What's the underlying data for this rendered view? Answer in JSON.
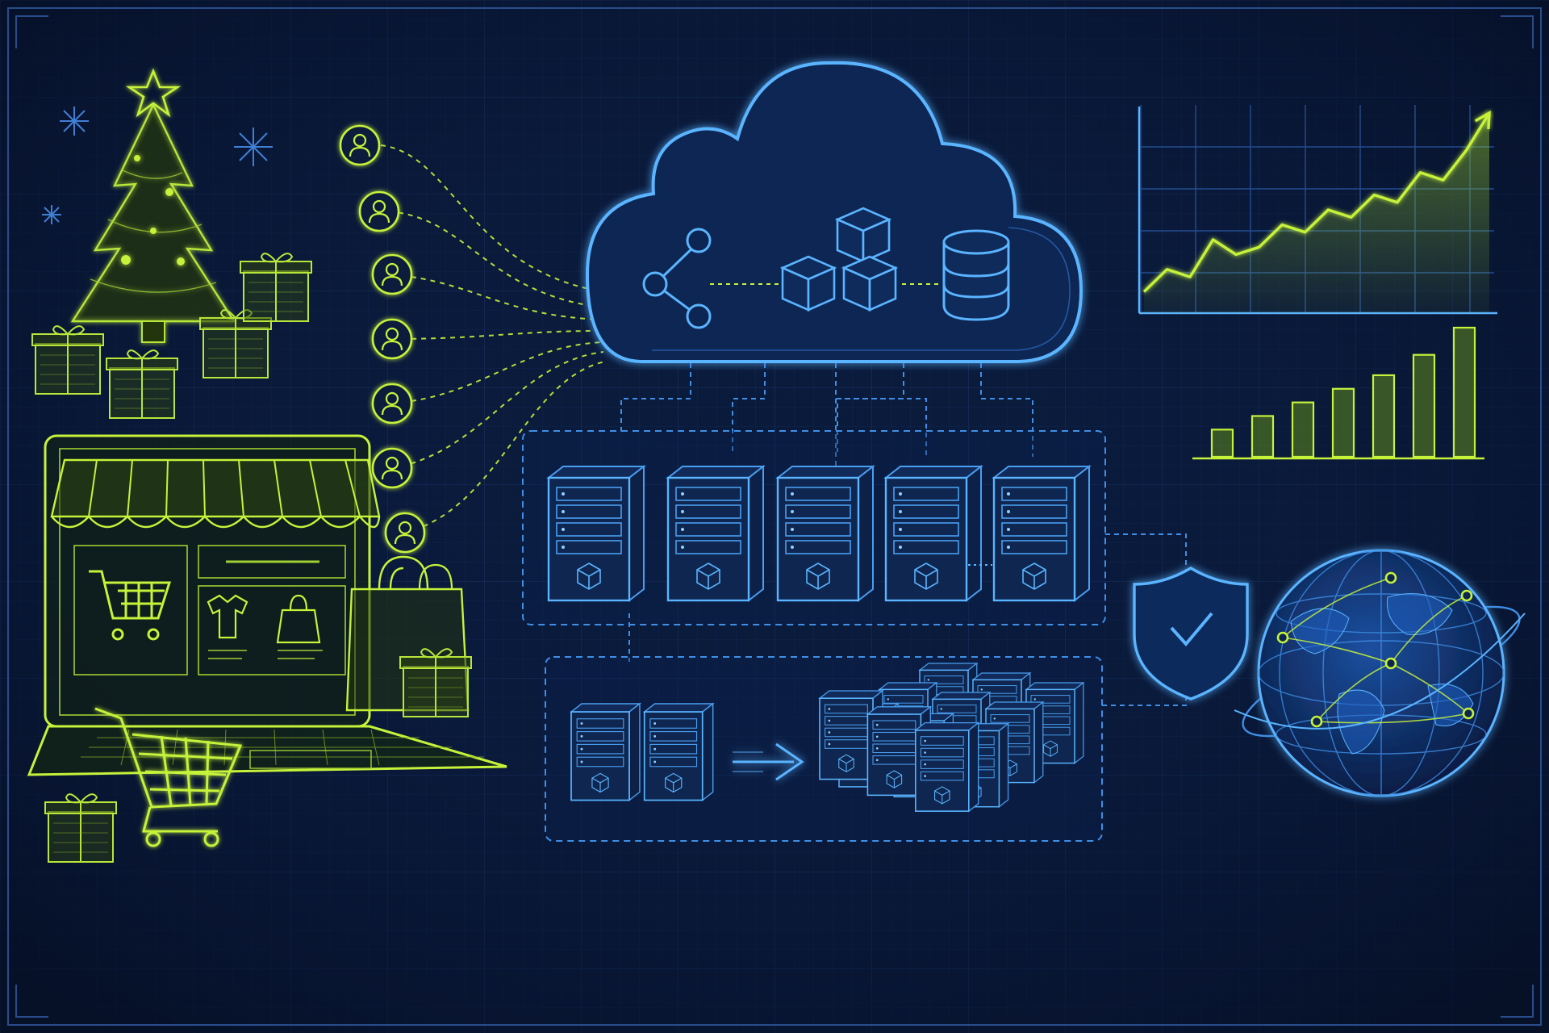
{
  "colors": {
    "background": "#0a1a3a",
    "background_edge": "#06112a",
    "grid": "#1a3466",
    "frame": "#2a4c8c",
    "blue_line": "#3f8fe6",
    "blue_glow": "#5ab4ff",
    "lime": "#c6f23a",
    "lime_dim": "#8fbf2a"
  },
  "scene": {
    "left": {
      "decor": [
        "christmas-tree-icon",
        "snowflake-icon",
        "gift-box-icon",
        "shopping-bag-icon",
        "shopping-cart-icon",
        "laptop-storefront-icon"
      ],
      "user_icon": "user-avatar-icon"
    },
    "cloud": {
      "icons": [
        "share-nodes-icon",
        "stacked-cubes-icon",
        "database-icon"
      ]
    },
    "server_cluster": {
      "server_icon": "server-rack-icon"
    },
    "autoscale": {
      "from_icon": "server-rack-icon",
      "arrow_icon": "arrow-right-icon",
      "to_icon": "server-rack-icon"
    },
    "security": {
      "icon": "shield-check-icon"
    },
    "analytics": {
      "line_chart_icon": "trend-up-line-chart-icon",
      "bar_chart_icon": "rising-bar-chart-icon"
    },
    "global": {
      "icon": "globe-network-icon"
    }
  },
  "chart_data": [
    {
      "type": "line",
      "x": [
        0,
        1,
        2,
        3,
        4,
        5,
        6,
        7,
        8,
        9,
        10,
        11,
        12,
        13,
        14,
        15
      ],
      "values": [
        1,
        2.5,
        2,
        4.5,
        3.5,
        4,
        5.5,
        5,
        6.5,
        6,
        7.5,
        7,
        9,
        8.5,
        10.5,
        13
      ]
    },
    {
      "type": "bar",
      "categories": [
        "1",
        "2",
        "3",
        "4",
        "5",
        "6",
        "7"
      ],
      "values": [
        2,
        3,
        4,
        5,
        6,
        7.5,
        9.5
      ]
    }
  ]
}
